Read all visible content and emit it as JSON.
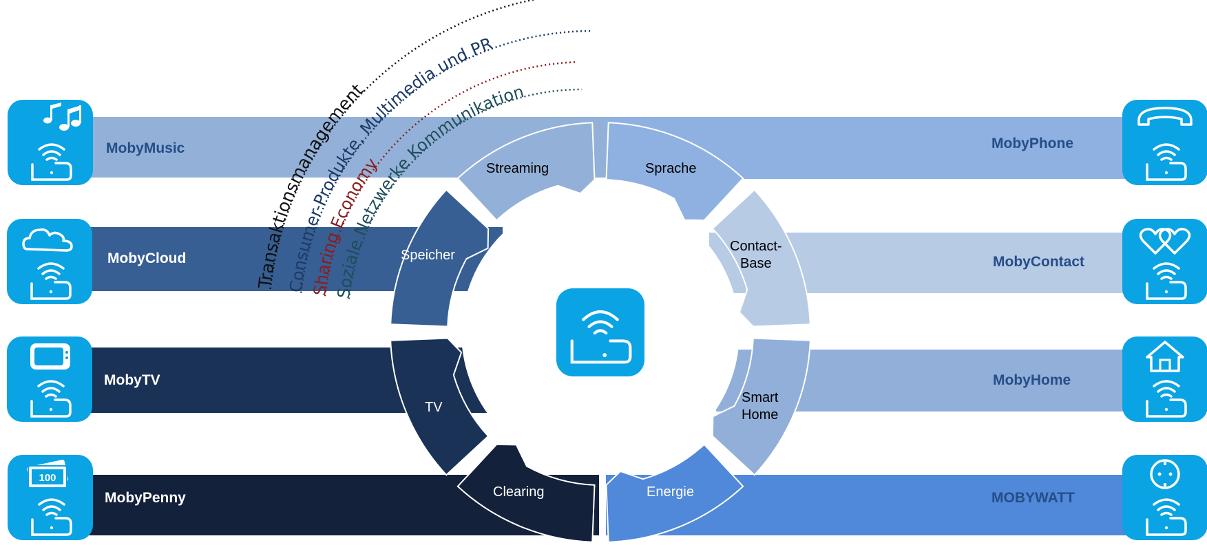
{
  "left_items": [
    {
      "label": "MobyMusic",
      "icon": "music-notes-icon",
      "band_color": "#93b1d8",
      "text_color": "#254d88"
    },
    {
      "label": "MobyCloud",
      "icon": "cloud-icon",
      "band_color": "#375f93",
      "text_color": "#ffffff"
    },
    {
      "label": "MobyTV",
      "icon": "tv-icon",
      "band_color": "#1b3257",
      "text_color": "#ffffff"
    },
    {
      "label": "MobyPenny",
      "icon": "banknote-icon",
      "band_color": "#13213b",
      "text_color": "#ffffff"
    }
  ],
  "right_items": [
    {
      "label": "MobyPhone",
      "icon": "phone-icon",
      "band_color": "#8fb1e1",
      "text_color": "#254d88"
    },
    {
      "label": "MobyContact",
      "icon": "hearts-icon",
      "band_color": "#b7cbe5",
      "text_color": "#254d88"
    },
    {
      "label": "MobyHome",
      "icon": "house-icon",
      "band_color": "#91afd9",
      "text_color": "#254d88"
    },
    {
      "label": "MOBYWATT",
      "icon": "power-socket-icon",
      "band_color": "#5088da",
      "text_color": "#254d88"
    }
  ],
  "wheel_segments": [
    {
      "label": "Streaming",
      "color": "#93b1d8",
      "text_color": "#000000"
    },
    {
      "label": "Sprache",
      "color": "#8fb1e1",
      "text_color": "#000000"
    },
    {
      "label": "Contact-\nBase",
      "color": "#b7cbe5",
      "text_color": "#000000"
    },
    {
      "label": "Smart\nHome",
      "color": "#91afd9",
      "text_color": "#000000"
    },
    {
      "label": "Energie",
      "color": "#5088da",
      "text_color": "#ffffff"
    },
    {
      "label": "Clearing",
      "color": "#13213b",
      "text_color": "#ffffff"
    },
    {
      "label": "TV",
      "color": "#1b3257",
      "text_color": "#ffffff"
    },
    {
      "label": "Speicher",
      "color": "#375f93",
      "text_color": "#ffffff"
    }
  ],
  "center_icon": "tablet-wifi-icon",
  "arcs": [
    {
      "text": "Transaktionsmanagement",
      "color": "#111111"
    },
    {
      "text": "Consumer-Produkte, Multimedia und PR",
      "color": "#1d3a66"
    },
    {
      "text": "Sharing Economy",
      "color": "#8b1c1c"
    },
    {
      "text": "Soziale Netzwerke Kommunikation",
      "color": "#1f4d5a"
    }
  ],
  "accent_color": "#0aa3e4"
}
